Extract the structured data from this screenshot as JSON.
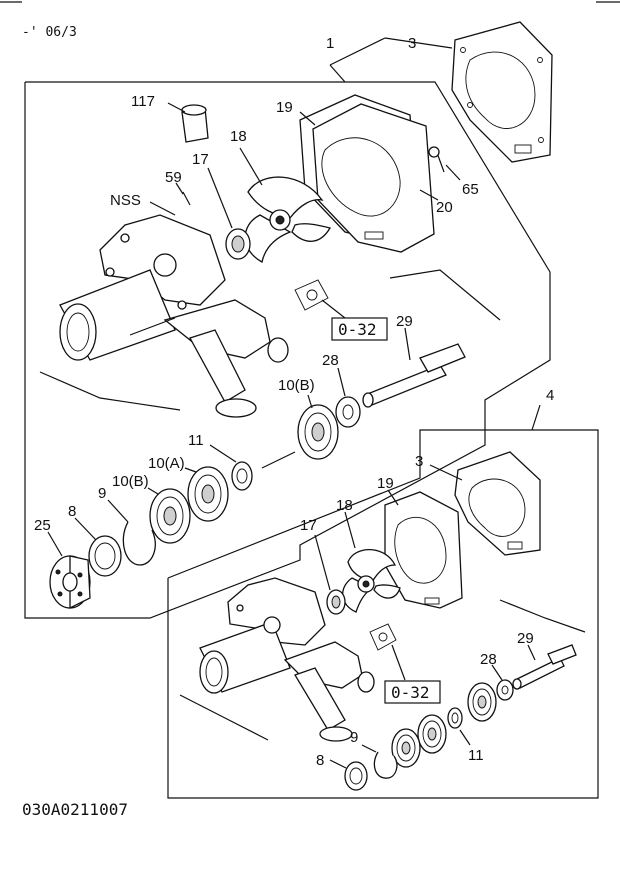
{
  "header": {
    "revision": "-' 06/3"
  },
  "footer": {
    "drawing_code": "030A0211007"
  },
  "callouts": {
    "n1": "1",
    "n3_top": "3",
    "n117": "117",
    "n19_top": "19",
    "n18_top": "18",
    "n17_top": "17",
    "n59": "59",
    "nss": "NSS",
    "n65": "65",
    "n20": "20",
    "ref_top": "0-32",
    "n29_top": "29",
    "n28_top": "28",
    "n10b_top": "10(B)",
    "n11_top": "11",
    "n10a": "10(A)",
    "n10b_left": "10(B)",
    "n9_left": "9",
    "n8_left": "8",
    "n25": "25",
    "n4": "4",
    "n3_bot": "3",
    "n19_bot": "19",
    "n18_bot": "18",
    "n17_bot": "17",
    "n29_bot": "29",
    "n28_bot": "28",
    "ref_bot": "0-32",
    "n9_bot": "9",
    "n8_bot": "8",
    "n11_bot": "11"
  }
}
